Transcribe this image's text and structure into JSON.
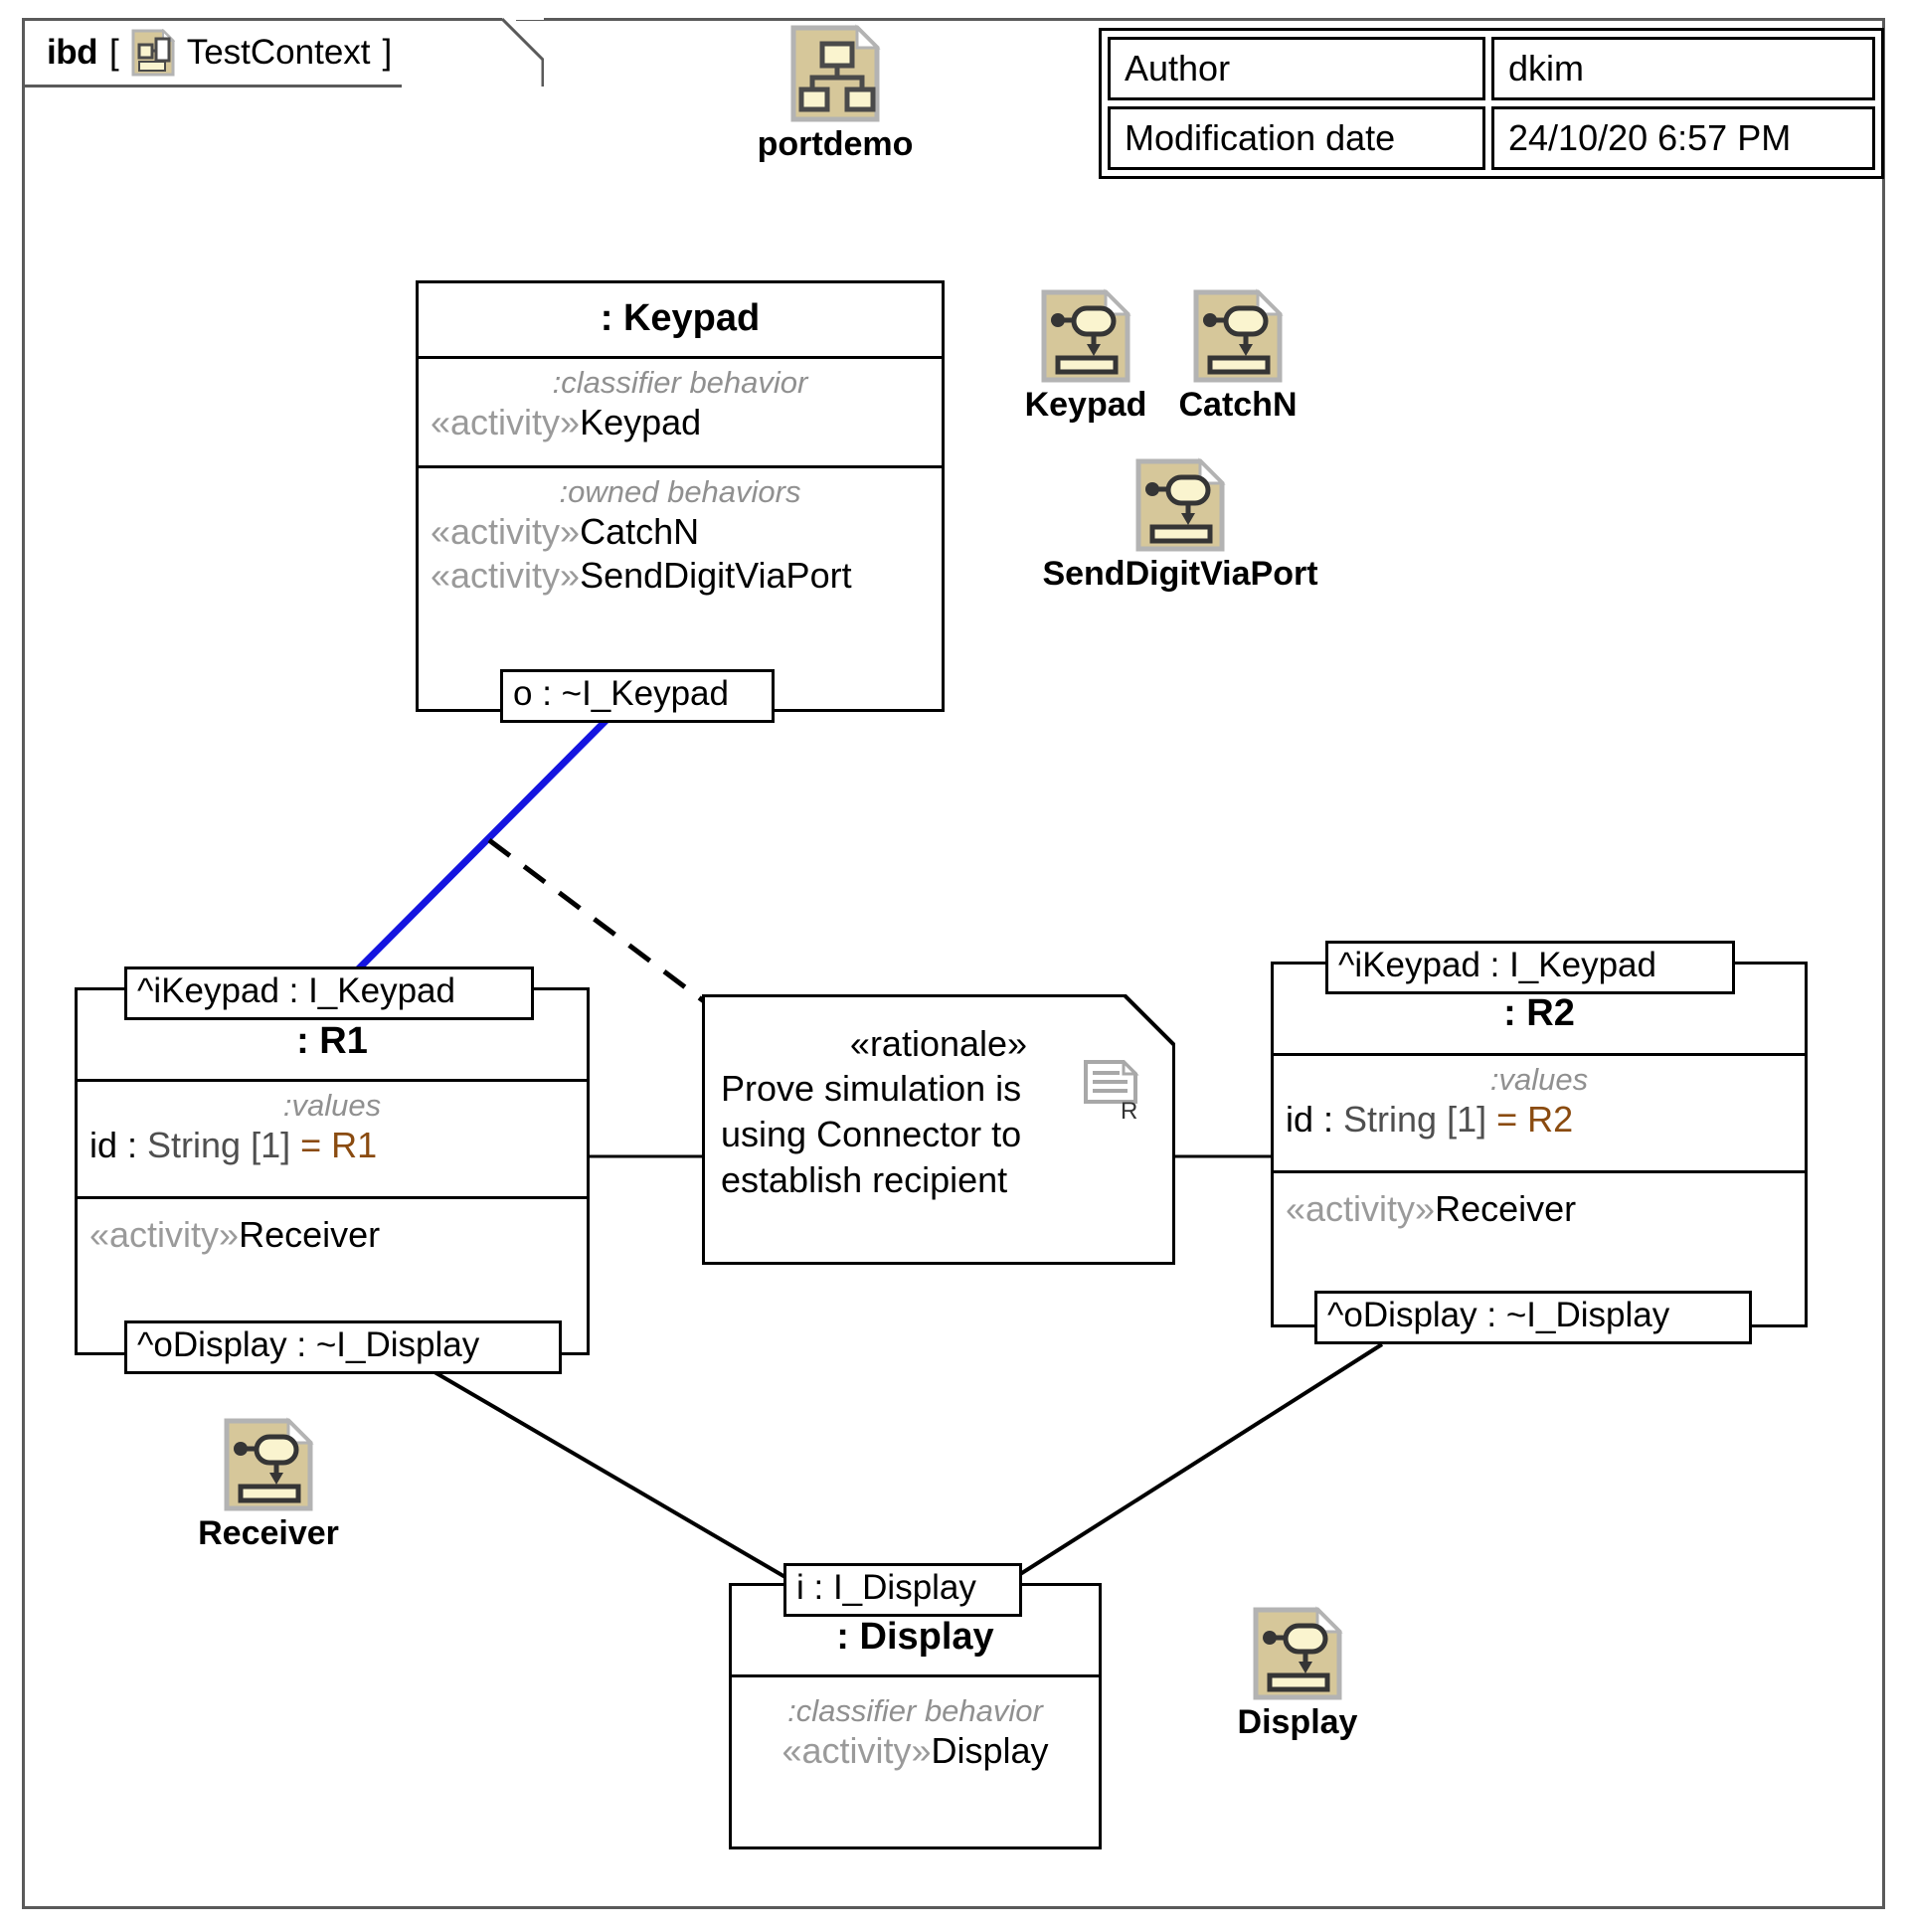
{
  "diagram": {
    "kind_keyword": "ibd",
    "bracket_open": "[",
    "bracket_close": "]",
    "context_name": "TestContext",
    "header_icon": "block-definition-icon"
  },
  "metadata": {
    "rows": [
      {
        "key": "Author",
        "value": "dkim"
      },
      {
        "key": "Modification date",
        "value": "24/10/20 6:57 PM"
      }
    ]
  },
  "model_icons": [
    {
      "name": "portdemo",
      "icon": "package-diagram-icon"
    },
    {
      "name": "Keypad",
      "icon": "activity-icon"
    },
    {
      "name": "CatchN",
      "icon": "activity-icon"
    },
    {
      "name": "SendDigitViaPort",
      "icon": "activity-icon"
    },
    {
      "name": "Receiver",
      "icon": "activity-icon"
    },
    {
      "name": "Display",
      "icon": "activity-icon"
    }
  ],
  "blocks": {
    "keypad": {
      "title": ": Keypad",
      "classifier_behavior_label": ":classifier behavior",
      "classifier_behavior_kw": "«activity»",
      "classifier_behavior_value": "Keypad",
      "owned_behaviors_label": ":owned behaviors",
      "owned_behaviors": [
        {
          "kw": "«activity»",
          "value": "CatchN"
        },
        {
          "kw": "«activity»",
          "value": "SendDigitViaPort"
        }
      ],
      "port_out": "o : ~I_Keypad"
    },
    "r1": {
      "port_in": "^iKeypad : I_Keypad",
      "title": ": R1",
      "values_label": ":values",
      "value_name": "id : ",
      "value_type": "String [1]",
      "value_assign": " = R1",
      "behavior_kw": "«activity»",
      "behavior_value": "Receiver",
      "port_out": "^oDisplay : ~I_Display"
    },
    "r2": {
      "port_in": "^iKeypad : I_Keypad",
      "title": ": R2",
      "values_label": ":values",
      "value_name": "id : ",
      "value_type": "String [1]",
      "value_assign": " = R2",
      "behavior_kw": "«activity»",
      "behavior_value": "Receiver",
      "port_out": "^oDisplay : ~I_Display"
    },
    "display": {
      "port_in": "i : I_Display",
      "title": ": Display",
      "classifier_behavior_label": ":classifier behavior",
      "classifier_behavior_kw": "«activity»",
      "classifier_behavior_value": "Display"
    }
  },
  "note": {
    "stereotype": "«rationale»",
    "line1": "Prove simulation is",
    "line2": "using Connector to",
    "line3": "establish recipient",
    "icon": "rationale-document-icon",
    "icon_letter": "R"
  },
  "colors": {
    "connector_highlight": "#1414e0",
    "connector": "#000000",
    "icon_fill": "#d6c79a",
    "icon_inner": "#faf4cf",
    "icon_border": "#b3b3b3",
    "stereotype_grey": "#9a9a9a",
    "value_brown": "#8a4b10",
    "frame_border": "#5a5a5a"
  }
}
